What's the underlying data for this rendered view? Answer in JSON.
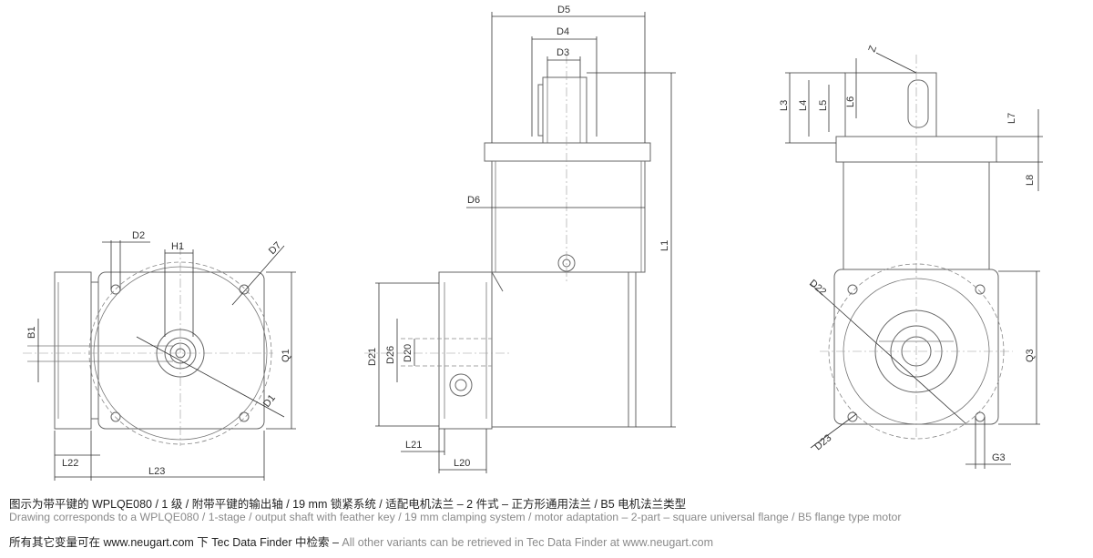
{
  "captions": {
    "zh": "图示为带平键的 WPLQE080 / 1 级 / 附带平键的输出轴 / 19 mm 锁紧系统 / 适配电机法兰 – 2 件式 – 正方形通用法兰 / B5 电机法兰类型",
    "en": "Drawing corresponds to a WPLQE080 / 1-stage / output shaft with feather key / 19 mm clamping system / motor adaptation – 2-part – square universal flange / B5 flange type motor",
    "note_zh": "所有其它变量可在 www.neugart.com 下 Tec Data Finder 中检索 – ",
    "note_en": "All other variants can be retrieved in Tec Data Finder at www.neugart.com"
  },
  "labels": {
    "D2": "D2",
    "H1": "H1",
    "D7": "D7",
    "B1": "B1",
    "Q1": "Q1",
    "D1": "D1",
    "L22": "L22",
    "L23": "L23",
    "D5": "D5",
    "D4": "D4",
    "D3": "D3",
    "D6": "D6",
    "L1": "L1",
    "D21": "D21",
    "D26": "D26",
    "D20": "D20",
    "L21": "L21",
    "L20": "L20",
    "Z": "Z",
    "L3": "L3",
    "L4": "L4",
    "L5": "L5",
    "L6": "L6",
    "L7": "L7",
    "L8": "L8",
    "D22": "D22",
    "Q3": "Q3",
    "D23": "D23",
    "G3": "G3"
  }
}
